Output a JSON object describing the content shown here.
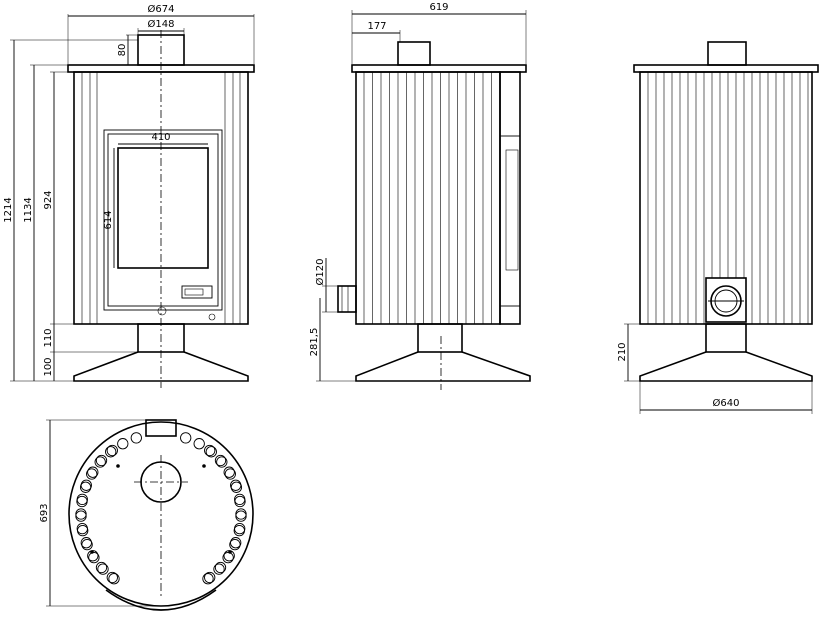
{
  "dimensions": {
    "front": {
      "top_width": "Ø674",
      "flue_diameter": "Ø148",
      "flue_height": "80",
      "total_height": "1214",
      "height_body": "1134",
      "height_door": "924",
      "base_top": "110",
      "base_bottom": "100",
      "window_width": "410",
      "window_height": "614"
    },
    "side": {
      "depth": "619",
      "flue_offset": "177",
      "rear_outlet_diameter": "Ø120",
      "rear_outlet_height": "281,5"
    },
    "back": {
      "base_height": "210",
      "base_diameter": "Ø640"
    },
    "plan": {
      "plan_depth": "693"
    }
  },
  "colors": {
    "line": "#000000",
    "background": "#ffffff"
  }
}
